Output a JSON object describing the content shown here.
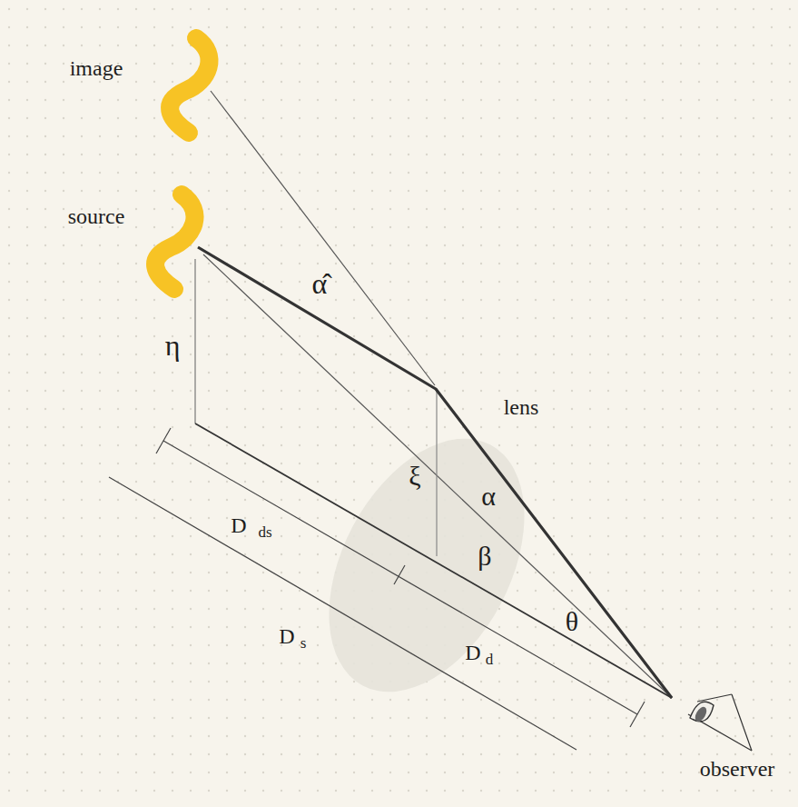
{
  "diagram": {
    "labels": [
      "image",
      "source",
      "α̂",
      "η",
      "lens",
      "ξ",
      "α",
      "β",
      "θ",
      "D",
      "ds",
      "D",
      "s",
      "D",
      "d",
      "observer"
    ]
  }
}
